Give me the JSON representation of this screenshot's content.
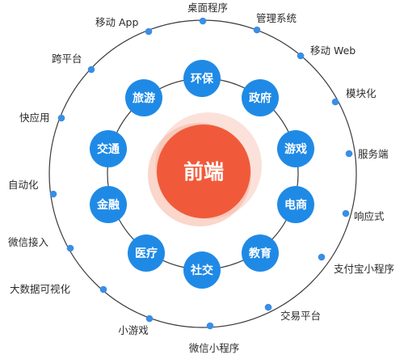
{
  "center": {
    "label": "前端"
  },
  "inner_ring": [
    {
      "label": "环保"
    },
    {
      "label": "政府"
    },
    {
      "label": "游戏"
    },
    {
      "label": "电商"
    },
    {
      "label": "教育"
    },
    {
      "label": "社交"
    },
    {
      "label": "医疗"
    },
    {
      "label": "金融"
    },
    {
      "label": "交通"
    },
    {
      "label": "旅游"
    }
  ],
  "outer_ring": [
    {
      "label": "桌面程序"
    },
    {
      "label": "管理系统"
    },
    {
      "label": "移动 Web"
    },
    {
      "label": "模块化"
    },
    {
      "label": "服务端"
    },
    {
      "label": "响应式"
    },
    {
      "label": "支付宝小程序"
    },
    {
      "label": "交易平台"
    },
    {
      "label": "微信小程序"
    },
    {
      "label": "小游戏"
    },
    {
      "label": "大数据可视化"
    },
    {
      "label": "微信接入"
    },
    {
      "label": "自动化"
    },
    {
      "label": "快应用"
    },
    {
      "label": "跨平台"
    },
    {
      "label": "移动 App"
    }
  ],
  "colors": {
    "inner_node": "#1f8ae6",
    "outer_dot": "#3a8ee6",
    "center": "#f05a3a",
    "ring": "#3a3a3a"
  }
}
